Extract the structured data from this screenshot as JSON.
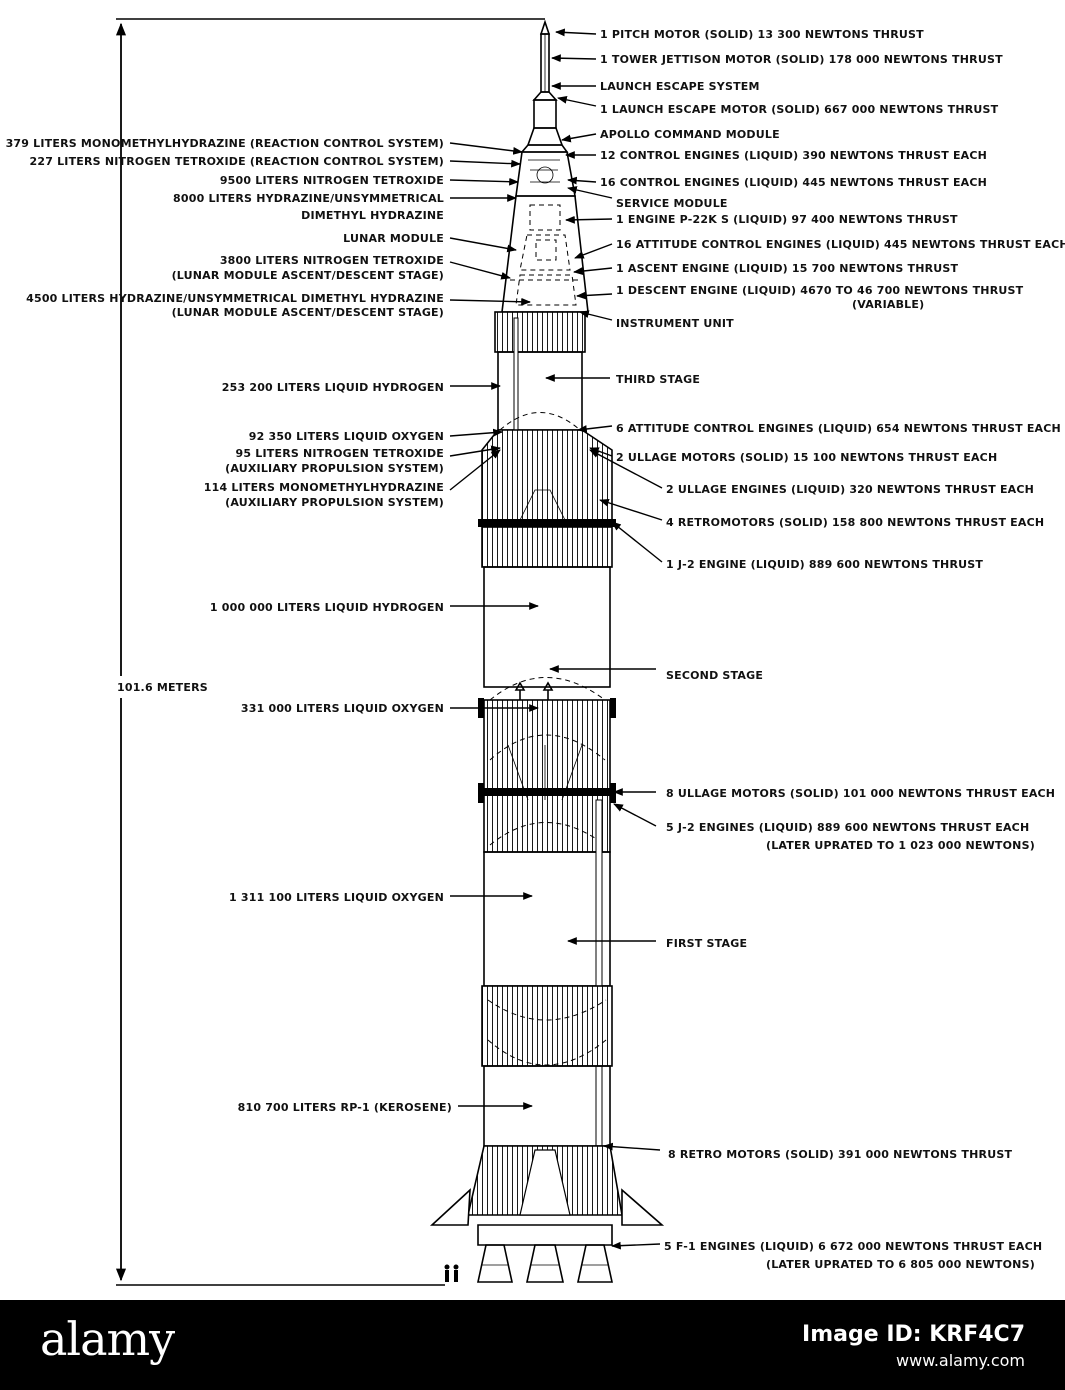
{
  "height_label": "101.6 METERS",
  "right_labels": [
    {
      "lines": [
        "1 PITCH MOTOR (SOLID) 13 300 NEWTONS THRUST"
      ]
    },
    {
      "lines": [
        "1 TOWER JETTISON MOTOR (SOLID) 178 000 NEWTONS THRUST"
      ]
    },
    {
      "lines": [
        "LAUNCH ESCAPE SYSTEM"
      ]
    },
    {
      "lines": [
        "1 LAUNCH ESCAPE MOTOR (SOLID) 667 000 NEWTONS THRUST"
      ]
    },
    {
      "lines": [
        "APOLLO COMMAND MODULE"
      ]
    },
    {
      "lines": [
        "12 CONTROL ENGINES (LIQUID) 390 NEWTONS THRUST EACH"
      ]
    },
    {
      "lines": [
        "16 CONTROL ENGINES (LIQUID) 445 NEWTONS THRUST EACH"
      ]
    },
    {
      "lines": [
        "SERVICE MODULE"
      ]
    },
    {
      "lines": [
        "1 ENGINE P-22K S (LIQUID) 97 400 NEWTONS THRUST"
      ]
    },
    {
      "lines": [
        "16 ATTITUDE CONTROL ENGINES (LIQUID) 445 NEWTONS THRUST EACH"
      ]
    },
    {
      "lines": [
        "1 ASCENT ENGINE (LIQUID) 15 700 NEWTONS THRUST"
      ]
    },
    {
      "lines": [
        "1 DESCENT ENGINE (LIQUID) 4670 TO 46 700 NEWTONS THRUST",
        "(VARIABLE)"
      ]
    },
    {
      "lines": [
        "INSTRUMENT UNIT"
      ]
    },
    {
      "lines": [
        "THIRD STAGE"
      ]
    },
    {
      "lines": [
        "6 ATTITUDE CONTROL ENGINES (LIQUID) 654 NEWTONS THRUST EACH"
      ]
    },
    {
      "lines": [
        "2 ULLAGE MOTORS (SOLID) 15 100 NEWTONS THRUST EACH"
      ]
    },
    {
      "lines": [
        "2 ULLAGE ENGINES (LIQUID) 320 NEWTONS THRUST EACH"
      ]
    },
    {
      "lines": [
        "4 RETROMOTORS (SOLID) 158 800 NEWTONS THRUST EACH"
      ]
    },
    {
      "lines": [
        "1 J-2 ENGINE (LIQUID) 889 600 NEWTONS THRUST"
      ]
    },
    {
      "lines": [
        "SECOND STAGE"
      ]
    },
    {
      "lines": [
        "8 ULLAGE MOTORS (SOLID) 101 000 NEWTONS THRUST EACH"
      ]
    },
    {
      "lines": [
        "5 J-2 ENGINES (LIQUID) 889 600 NEWTONS THRUST EACH",
        "(LATER UPRATED TO 1 023 000 NEWTONS)"
      ]
    },
    {
      "lines": [
        "FIRST STAGE"
      ]
    },
    {
      "lines": [
        "8 RETRO MOTORS (SOLID) 391 000 NEWTONS THRUST"
      ]
    },
    {
      "lines": [
        "5 F-1 ENGINES (LIQUID) 6 672 000 NEWTONS THRUST EACH",
        "(LATER UPRATED TO 6 805 000 NEWTONS)"
      ]
    }
  ],
  "left_labels": [
    {
      "lines": [
        "379 LITERS MONOMETHYLHYDRAZINE (REACTION CONTROL SYSTEM)"
      ]
    },
    {
      "lines": [
        "227 LITERS NITROGEN TETROXIDE (REACTION CONTROL SYSTEM)"
      ]
    },
    {
      "lines": [
        "9500 LITERS NITROGEN TETROXIDE"
      ]
    },
    {
      "lines": [
        "8000 LITERS HYDRAZINE/UNSYMMETRICAL",
        "DIMETHYL HYDRAZINE"
      ]
    },
    {
      "lines": [
        "LUNAR MODULE"
      ]
    },
    {
      "lines": [
        "3800 LITERS NITROGEN TETROXIDE",
        "(LUNAR MODULE ASCENT/DESCENT STAGE)"
      ]
    },
    {
      "lines": [
        "4500 LITERS HYDRAZINE/UNSYMMETRICAL DIMETHYL HYDRAZINE",
        "(LUNAR MODULE ASCENT/DESCENT STAGE)"
      ]
    },
    {
      "lines": [
        "253 200 LITERS LIQUID HYDROGEN"
      ]
    },
    {
      "lines": [
        "92 350 LITERS LIQUID OXYGEN"
      ]
    },
    {
      "lines": [
        "95 LITERS NITROGEN TETROXIDE",
        "(AUXILIARY PROPULSION SYSTEM)"
      ]
    },
    {
      "lines": [
        "114 LITERS MONOMETHYLHYDRAZINE",
        "(AUXILIARY PROPULSION SYSTEM)"
      ]
    },
    {
      "lines": [
        "1 000 000 LITERS LIQUID HYDROGEN"
      ]
    },
    {
      "lines": [
        "331 000 LITERS LIQUID OXYGEN"
      ]
    },
    {
      "lines": [
        "1 311 100 LITERS LIQUID OXYGEN"
      ]
    },
    {
      "lines": [
        "810 700 LITERS RP-1 (KEROSENE)"
      ]
    }
  ],
  "watermark": {
    "logo": "alamy",
    "image_id": "Image ID: KRF4C7",
    "site": "www.alamy.com"
  }
}
